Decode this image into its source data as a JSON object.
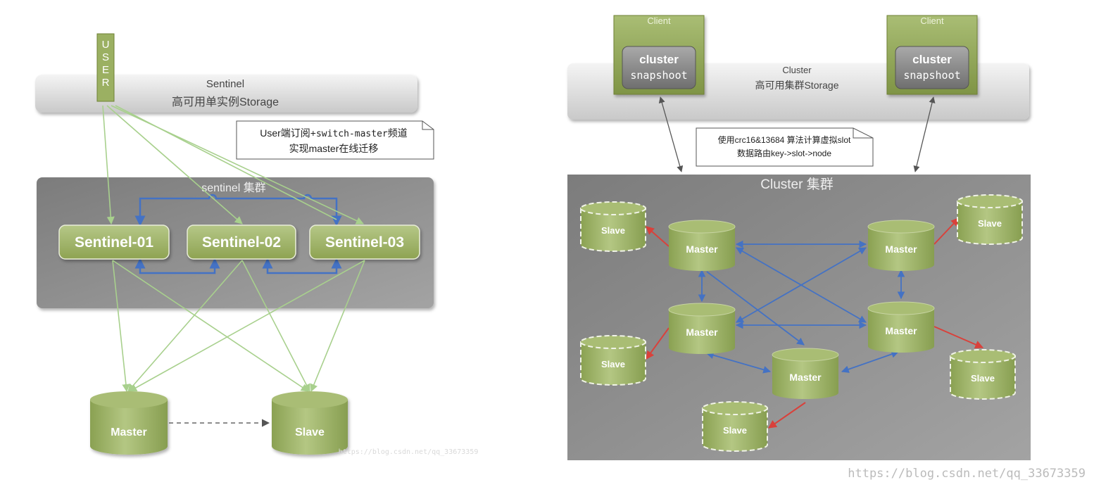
{
  "left": {
    "user_label": "USER",
    "storage": {
      "line1": "Sentinel",
      "line2": "高可用单实例Storage"
    },
    "note": {
      "line1_prefix": "User端订阅+",
      "line1_mono": "switch-master",
      "line1_suffix": "频道",
      "line2": "实现master在线迁移"
    },
    "sentinel_cluster_title": "sentinel 集群",
    "sentinels": [
      "Sentinel-01",
      "Sentinel-02",
      "Sentinel-03"
    ],
    "master": "Master",
    "slave": "Slave",
    "watermark": "https://blog.csdn.net/qq_33673359"
  },
  "right": {
    "clients": [
      {
        "title": "Client",
        "box_line1": "cluster",
        "box_line2": "snapshoot"
      },
      {
        "title": "Client",
        "box_line1": "cluster",
        "box_line2": "snapshoot"
      }
    ],
    "storage": {
      "line1": "Cluster",
      "line2": "高可用集群Storage"
    },
    "note": {
      "line1": "使用crc16&13684 算法计算虚拟slot",
      "line2": "数据路由key->slot->node"
    },
    "cluster_title": "Cluster 集群",
    "masters": [
      "Master",
      "Master",
      "Master",
      "Master",
      "Master"
    ],
    "slaves": [
      "Slave",
      "Slave",
      "Slave",
      "Slave",
      "Slave"
    ]
  },
  "watermark": "https://blog.csdn.net/qq_33673359",
  "colors": {
    "green_arrow": "#a8d08d",
    "blue_arrow": "#4472c4",
    "red_arrow": "#d9413b",
    "node_green": "#9bb062",
    "panel_gray": "#8a8a8a"
  }
}
